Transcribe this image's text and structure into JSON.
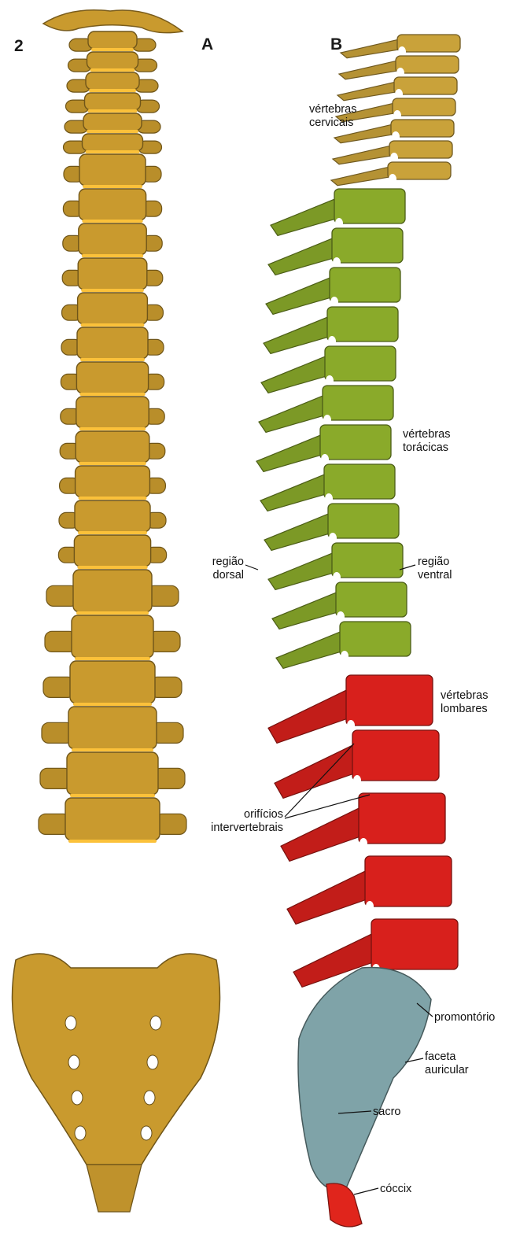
{
  "figure": {
    "number": "2",
    "panels": [
      {
        "id": "A",
        "label": "A"
      },
      {
        "id": "B",
        "label": "B"
      }
    ],
    "labels": {
      "cervical": {
        "l1": "vértebras",
        "l2": "cervicais"
      },
      "thoracic": {
        "l1": "vértebras",
        "l2": "torácicas"
      },
      "dorsal": {
        "l1": "região",
        "l2": "dorsal"
      },
      "ventral": {
        "l1": "região",
        "l2": "ventral"
      },
      "lumbar": {
        "l1": "vértebras",
        "l2": "lombares"
      },
      "foramina": {
        "l1": "orifícios",
        "l2": "intervertebrais"
      },
      "promontory": "promontório",
      "auricular": {
        "l1": "faceta",
        "l2": "auricular"
      },
      "sacrum": "sacro",
      "coccyx": "cóccix"
    },
    "region_colors": {
      "anterior_bone": "#c99a2e",
      "cervical": "#c9a23a",
      "thoracic": "#8aaa2a",
      "lumbar": "#d8201c",
      "sacrum": "#7fa3a8",
      "coccyx": "#e0251c"
    }
  }
}
